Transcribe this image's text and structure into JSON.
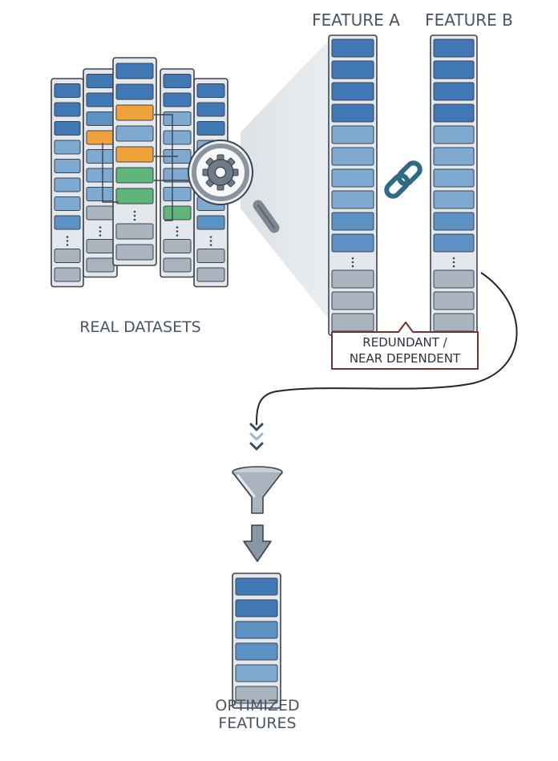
{
  "labels": {
    "feature_a": "FEATURE A",
    "feature_b": "FEATURE B",
    "real_datasets": "REAL DATASETS",
    "redundant_line1": "REDUNDANT /",
    "redundant_line2": "NEAR DEPENDENT",
    "optimized_line1": "OPTIMIZED",
    "optimized_line2": "FEATURES"
  },
  "icons": {
    "magnifier": "magnifier-gear-icon",
    "link": "chain-link-icon",
    "chevrons": "chevron-down-icon",
    "funnel": "funnel-icon",
    "arrow": "arrow-down-icon"
  },
  "colors": {
    "dark_blue": "#3f78b5",
    "mid_blue": "#5c91c4",
    "light_blue": "#7ea9d1",
    "grey": "#aab4bf",
    "orange": "#f0a23c",
    "green": "#5fb57a",
    "outline": "#3b4450",
    "badge_border": "#7a2e2e"
  }
}
